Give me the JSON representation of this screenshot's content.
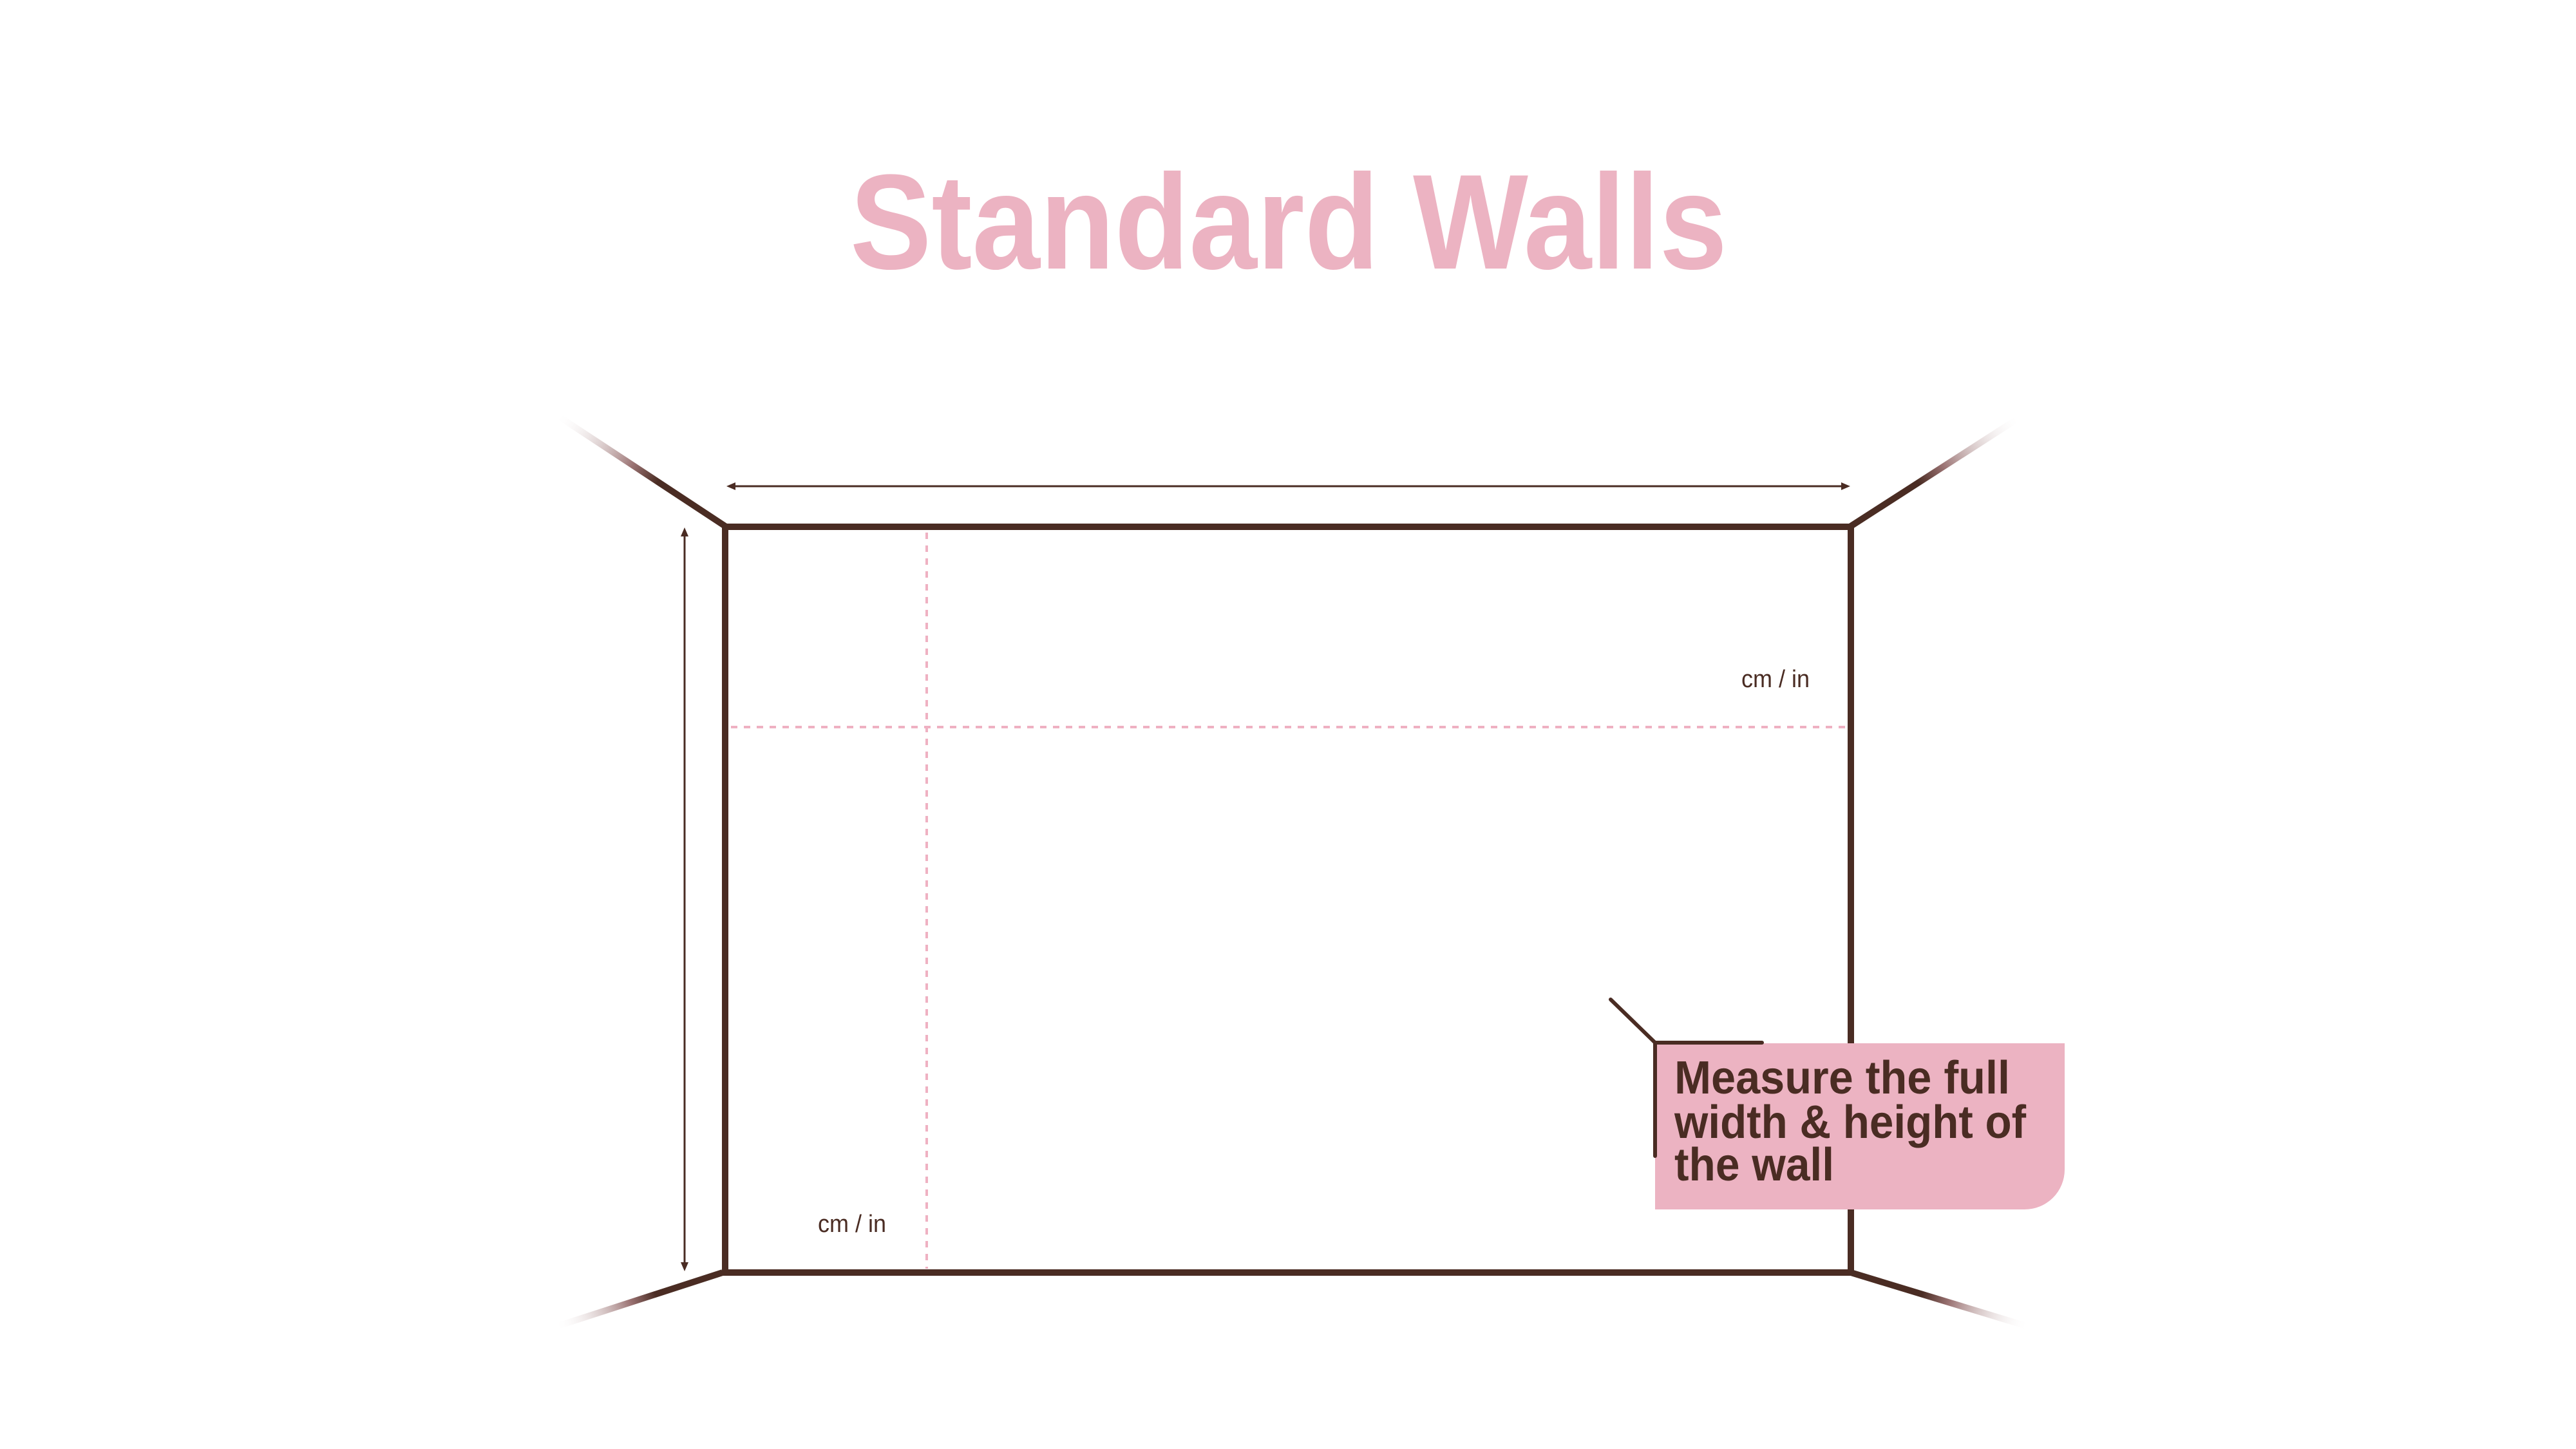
{
  "title": "Standard Walls",
  "labels": {
    "width_unit": "cm / in",
    "height_unit": "cm / in"
  },
  "callout": {
    "lines": [
      "Measure the full",
      "width & height of",
      "the wall"
    ]
  },
  "colors": {
    "wall_stroke": "#4a2c23",
    "accent_pink": "#ecb3c2",
    "guide_dash": "#efb1c2"
  }
}
